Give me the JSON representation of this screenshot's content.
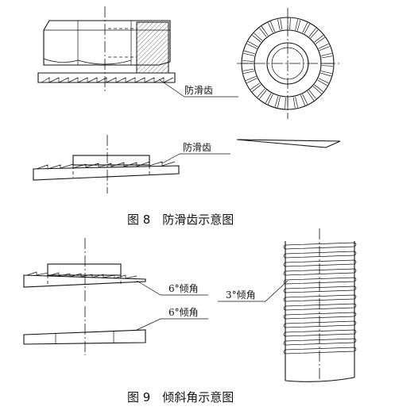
{
  "figure8": {
    "label_antislip_top": "防滑齿",
    "label_antislip_bottom": "防滑齿",
    "caption": "图 8　防滑齿示意图"
  },
  "figure9": {
    "label_angle_top": "6°倾角",
    "label_angle_bottom": "6°倾角",
    "label_angle_thread": "3°倾角",
    "caption": "图 9　倾斜角示意图"
  }
}
